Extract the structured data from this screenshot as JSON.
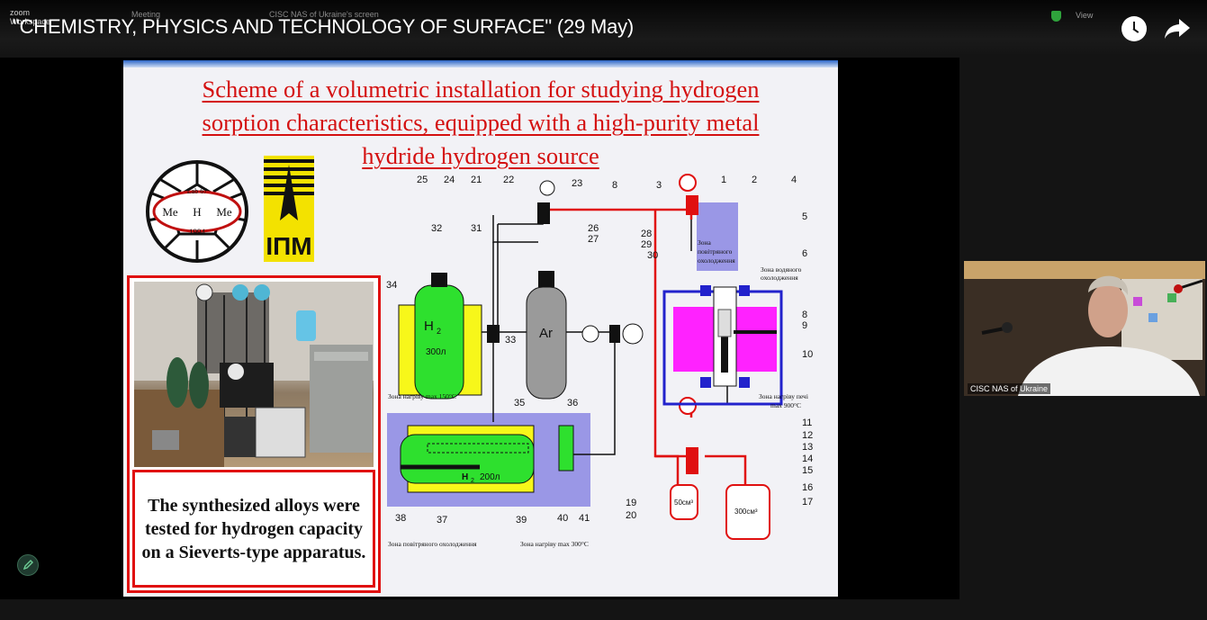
{
  "app": {
    "name": "zoom",
    "name_sub": "Workspace",
    "tab_meeting": "Meeting",
    "tab_share": "CISC NAS of Ukraine's screen",
    "view_label": "View"
  },
  "video": {
    "title": "\"CHEMISTRY, PHYSICS AND TECHNOLOGY OF SURFACE\" (29 May)"
  },
  "slide": {
    "title_lines": [
      "Scheme of a volumetric installation for studying hydrogen",
      "sorption characteristics, equipped with a high-purity metal",
      "hydride hydrogen source"
    ],
    "logo": {
      "lab": "Lab 67",
      "left": "Me",
      "center": "H",
      "right": "Me",
      "year": "1994",
      "ipm": "ІПМ"
    },
    "caption": "The synthesized alloys were tested for hydrogen capacity on a Sieverts-type apparatus.",
    "diagram": {
      "h2_label": "H",
      "h2_sub": "2",
      "h2_volume": "300л",
      "ar_label": "Ar",
      "hydride_label": "H",
      "hydride_sub": "2",
      "hydride_volume": "200л",
      "zone_air_top_1": "Зона",
      "zone_air_top_2": "повітряного",
      "zone_air_top_3": "охолодження",
      "zone_water_1": "Зона водяного",
      "zone_water_2": "охолодження",
      "zone_furnace_1": "Зона нагріву печі",
      "zone_furnace_2": "max 900°C",
      "zone_heat_150": "Зона нагріву max 150°C",
      "zone_air_bottom": "Зона повітряного охолодження",
      "zone_heat_300": "Зона нагріву max 300°C",
      "vol_50": "50см³",
      "vol_300": "300см³",
      "numbers": [
        "25",
        "24",
        "21",
        "22",
        "23",
        "8",
        "3",
        "1",
        "2",
        "4",
        "5",
        "32",
        "31",
        "26",
        "27",
        "28",
        "29",
        "30",
        "6",
        "34",
        "33",
        "35",
        "36",
        "8",
        "9",
        "10",
        "11",
        "12",
        "13",
        "14",
        "15",
        "16",
        "17",
        "19",
        "20",
        "38",
        "37",
        "39",
        "40",
        "41"
      ]
    }
  },
  "webcam": {
    "label": "CISC NAS of Ukraine"
  },
  "colors": {
    "accent_red": "#e01010",
    "zone_blue": "#9a97e6",
    "furnace_magenta": "#ff22ff",
    "cylinder_green": "#2ee02e",
    "cylinder_yellow": "#f7f71a"
  }
}
